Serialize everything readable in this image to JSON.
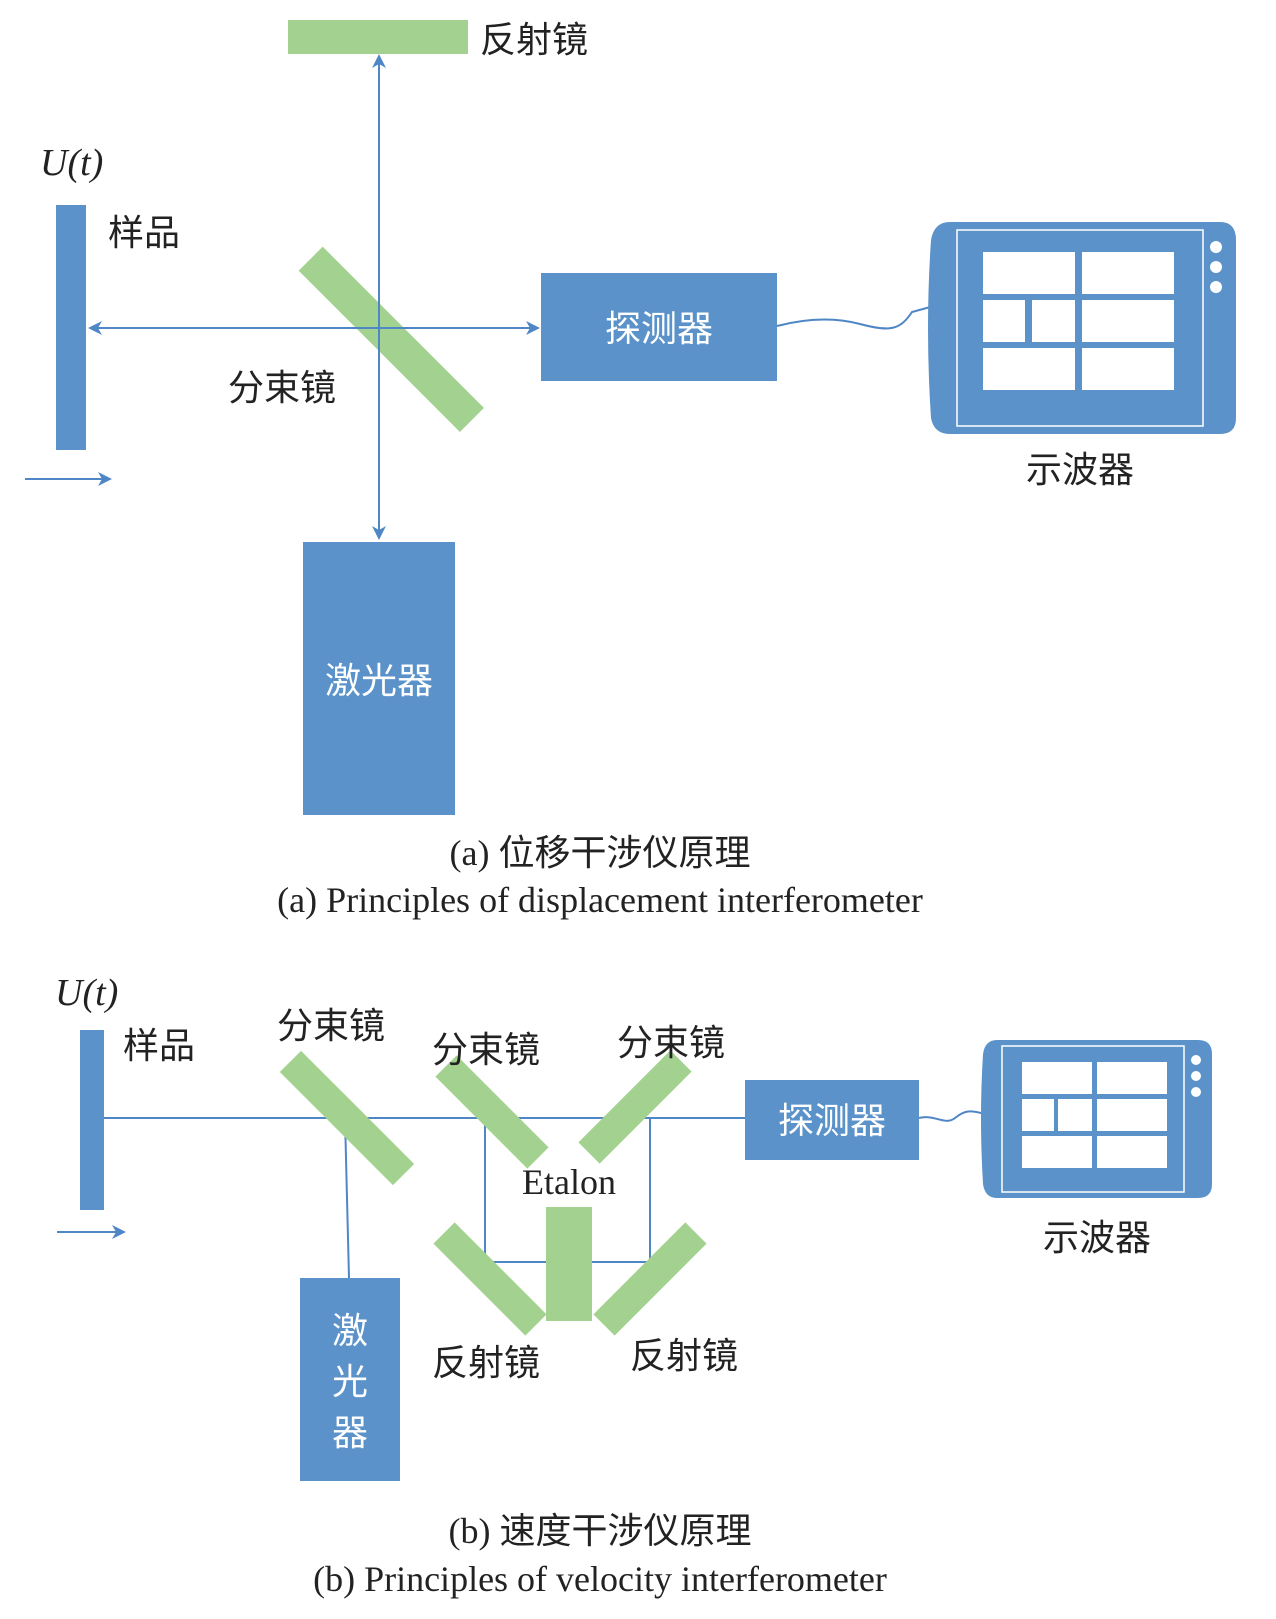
{
  "diagram_a": {
    "voltage_label": "U(t)",
    "sample_label": "样品",
    "mirror_label": "反射镜",
    "beamsplitter_label": "分束镜",
    "detector_label": "探测器",
    "oscilloscope_label": "示波器",
    "laser_label": "激光器",
    "caption_cn": "(a) 位移干涉仪原理",
    "caption_en": "(a) Principles of displacement interferometer"
  },
  "diagram_b": {
    "voltage_label": "U(t)",
    "sample_label": "样品",
    "beamsplitter_1_label": "分束镜",
    "beamsplitter_2_label": "分束镜",
    "beamsplitter_3_label": "分束镜",
    "etalon_label": "Etalon",
    "mirror_1_label": "反射镜",
    "mirror_2_label": "反射镜",
    "detector_label": "探测器",
    "oscilloscope_label": "示波器",
    "laser_label_line1": "激",
    "laser_label_line2": "光",
    "laser_label_line3": "器",
    "caption_cn": "(b) 速度干涉仪原理",
    "caption_en": "(b) Principles of velocity interferometer"
  },
  "colors": {
    "component_blue": "#5a92c9",
    "optic_green": "#a3d18f",
    "beam_line": "#4f86c6"
  }
}
